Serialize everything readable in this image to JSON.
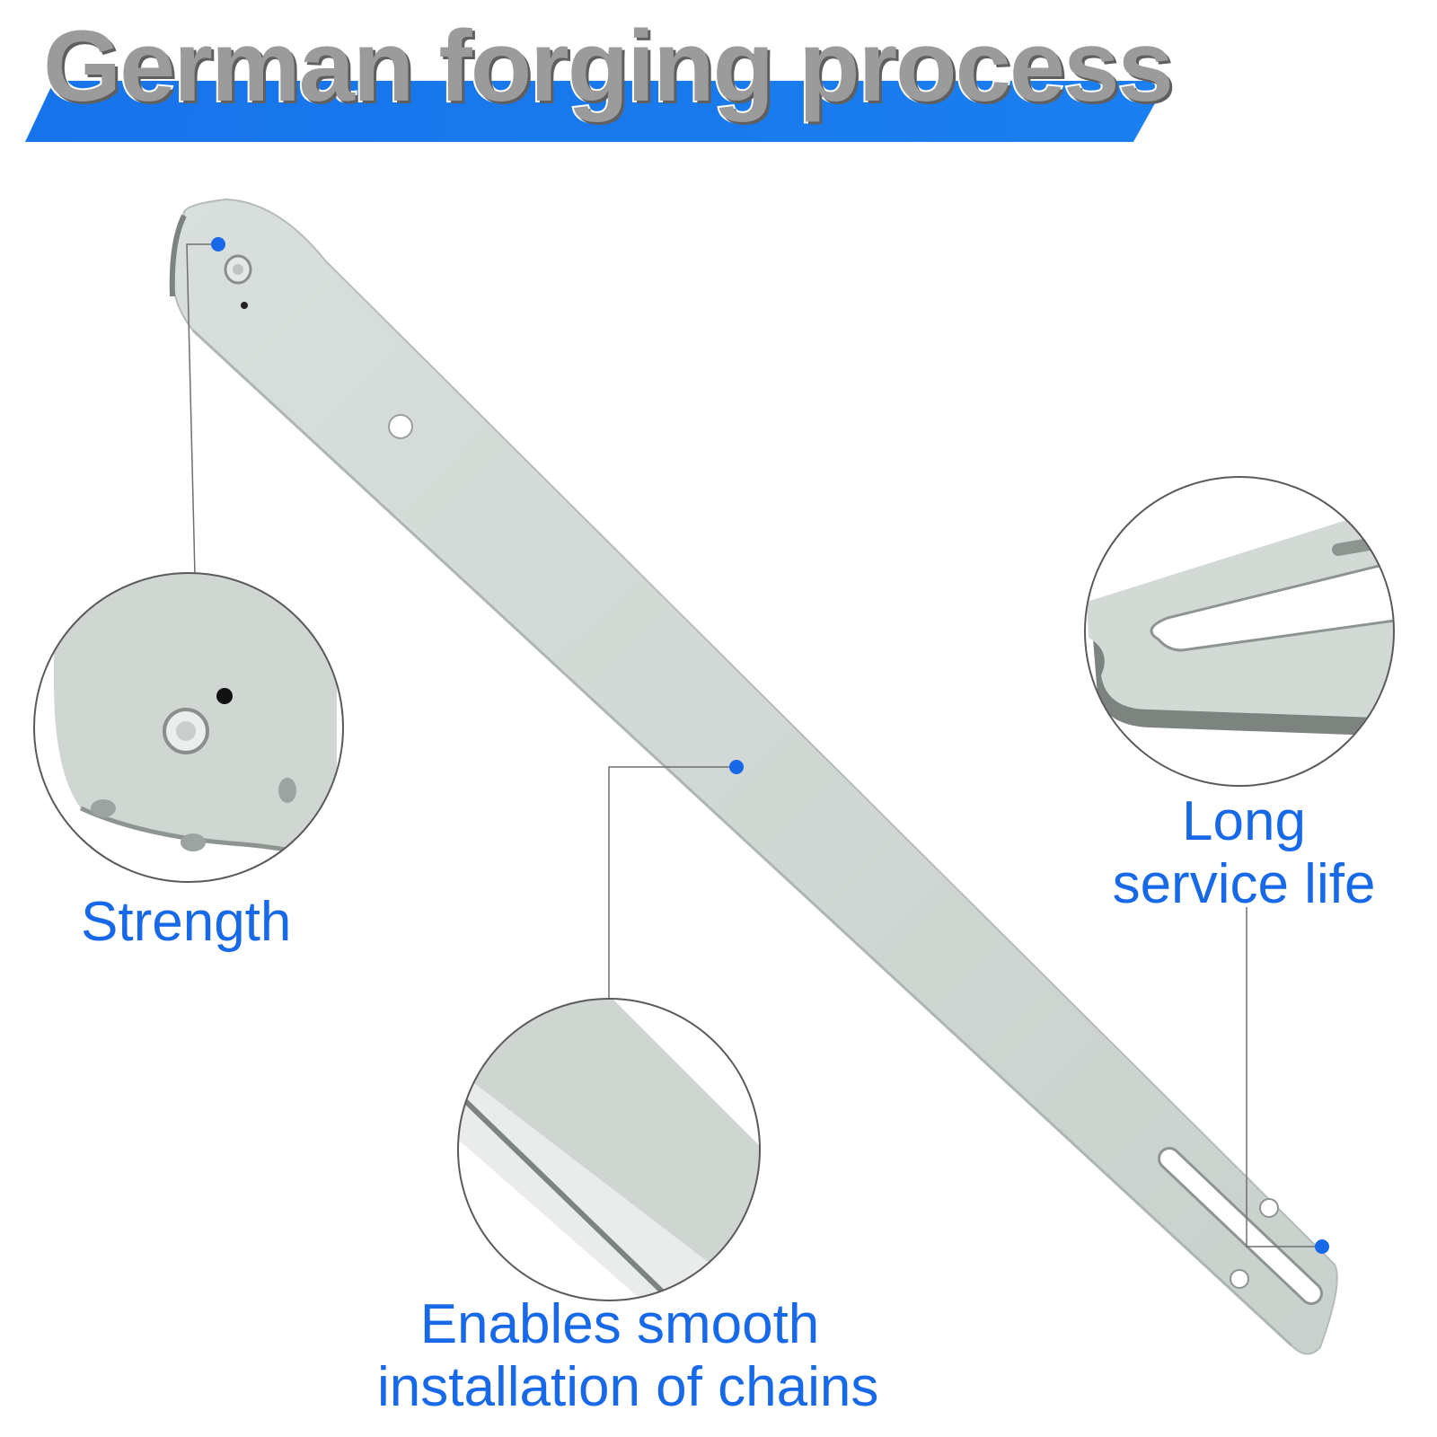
{
  "heading": "German forging process",
  "callouts": {
    "strength": {
      "label": "Strength"
    },
    "smooth": {
      "line1": "Enables smooth",
      "line2": "installation of chains"
    },
    "service": {
      "line1": "Long",
      "line2": "service life"
    }
  },
  "colors": {
    "accent_blue": "#1769e8",
    "bar_steel": "#cfd6d2",
    "heading_gray": "#9b9b9b",
    "banner_blue": "#1773ea"
  }
}
